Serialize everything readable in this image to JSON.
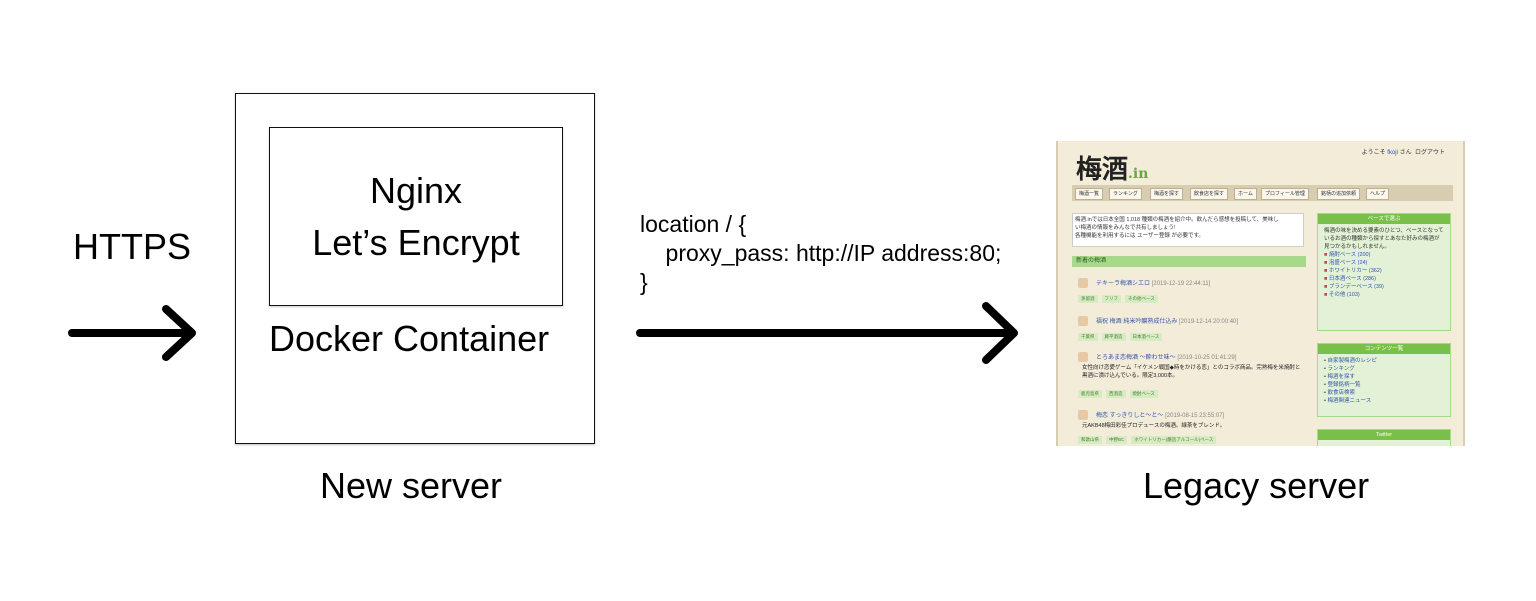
{
  "labels": {
    "https": "HTTPS",
    "new_server": "New server",
    "legacy_server": "Legacy server",
    "container": "Docker Container",
    "inner_line1": "Nginx",
    "inner_line2": "Let’s Encrypt"
  },
  "code": {
    "line1": "location / {",
    "line2": "    proxy_pass: http://IP address:80;",
    "line3": "}"
  },
  "screenshot": {
    "logo": "梅酒",
    "logo_suffix": ".in",
    "welcome_prefix": "ようこそ",
    "welcome_user": "fkoji",
    "welcome_suffix": "さん",
    "logout": "ログアウト",
    "nav_tabs": [
      "梅酒一覧",
      "ランキング",
      "梅酒を探す",
      "飲食店を探す",
      "ホーム",
      "プロフィール管理",
      "銘柄の追加依頼",
      "ヘルプ"
    ],
    "intro_line1": "梅酒.inでは日本全国 1,018 種類の梅酒を紹介中。飲んだら感想を投稿して、美味し",
    "intro_line2": "い梅酒の情報をみんなで共有しましょう!",
    "intro_line3": "各種機能を利用するには ユーザー登録 が必要です。",
    "new_section": "新着の梅酒",
    "entries": [
      {
        "title": "テキーラ梅酒シエロ",
        "date": "[2019-12-19 22:44:11]",
        "desc": "",
        "tags": [
          "蒸留酒",
          "フリフ",
          "その他ベース"
        ]
      },
      {
        "title": "福祝 梅酒 純米吟醸熟成仕込み",
        "date": "[2019-12-14 20:00:40]",
        "desc": "",
        "tags": [
          "千葉県",
          "藤平酒造",
          "日本酒ベース"
        ]
      },
      {
        "title": "とろあま恋梅酒 ～酔わせ味～",
        "date": "[2019-10-25 01:41:29]",
        "desc": "女性向け恋愛ゲーム「イケメン戦国◆時をかける恋」とのコラボ商品。完熟梅を米焼酎と黒酒に漬け込んでいる。限定3,000本。",
        "tags": [
          "鹿児島県",
          "西酒造",
          "焼酎ベース"
        ]
      },
      {
        "title": "梅恋 すっきりしと～と～",
        "date": "[2019-08-15 23:55:07]",
        "desc": "元AKB48梅田彩佳プロデュースの梅酒。緑茶をブレンド。",
        "tags": [
          "和歌山県",
          "中野BC",
          "ホワイトリカー(醸造アルコール)ベース"
        ]
      }
    ],
    "side_base_title": "ベースで選ぶ",
    "side_base_text": "梅酒の味を決める要素のひとつ、ベースとなっているお酒の種類から探すとあなた好みの梅酒が見つかるかもしれません。",
    "side_base_items": [
      "焼酎ベース (200)",
      "泡盛ベース (24)",
      "ホワイトリカー (362)",
      "日本酒ベース (286)",
      "ブランデーベース (39)",
      "その他 (103)"
    ],
    "side_contents_title": "コンテンツ一覧",
    "side_contents_items": [
      "自家製梅酒のレシピ",
      "ランキング",
      "梅酒を探す",
      "登録銘柄一覧",
      "飲食店検索",
      "梅酒関連ニュース"
    ],
    "side_twitter_title": "Twitter"
  },
  "colors": {
    "accent_green": "#79c04a",
    "beige": "#f3ecd9"
  }
}
